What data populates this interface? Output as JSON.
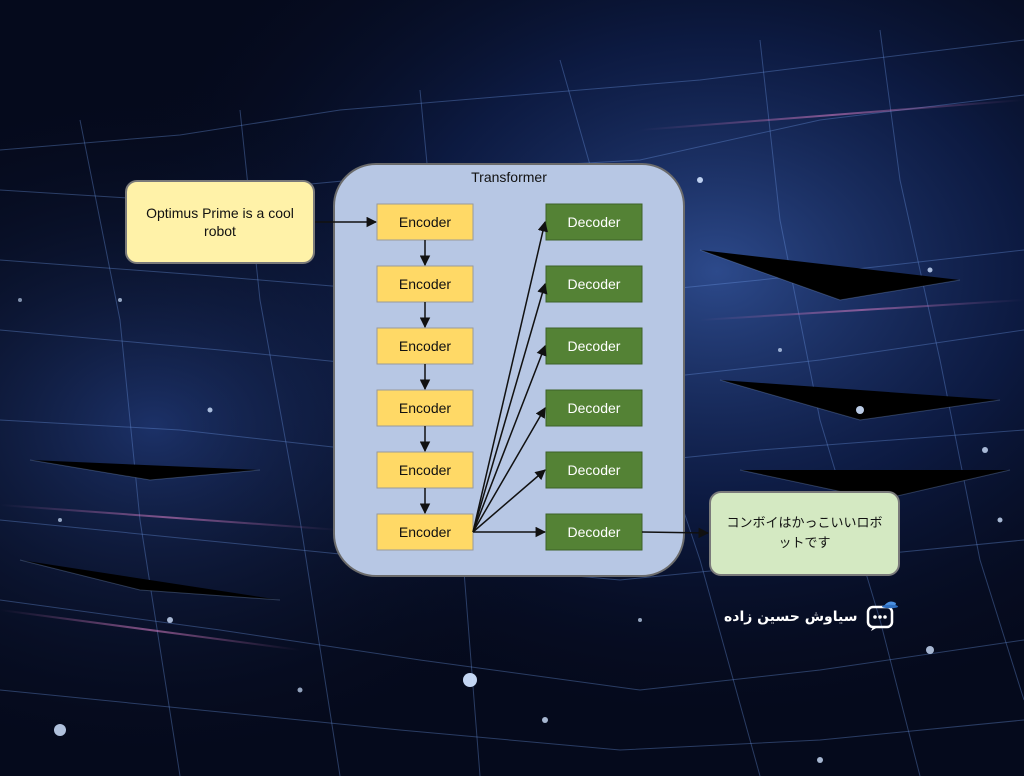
{
  "diagram": {
    "container_title": "Transformer",
    "input_text": "Optimus Prime is a cool robot",
    "output_text": "コンボイはかっこいいロボットです",
    "encoders": [
      "Encoder",
      "Encoder",
      "Encoder",
      "Encoder",
      "Encoder",
      "Encoder"
    ],
    "decoders": [
      "Decoder",
      "Decoder",
      "Decoder",
      "Decoder",
      "Decoder",
      "Decoder"
    ]
  },
  "watermark": {
    "text": "سیاوش حسین زاده",
    "icon": "chat-bubble-hat-icon"
  },
  "colors": {
    "encoder_fill": "#ffd966",
    "decoder_fill": "#548235",
    "container_fill": "#b7c7e4",
    "input_fill": "#fff2a8",
    "output_fill": "#d4e9c2"
  }
}
